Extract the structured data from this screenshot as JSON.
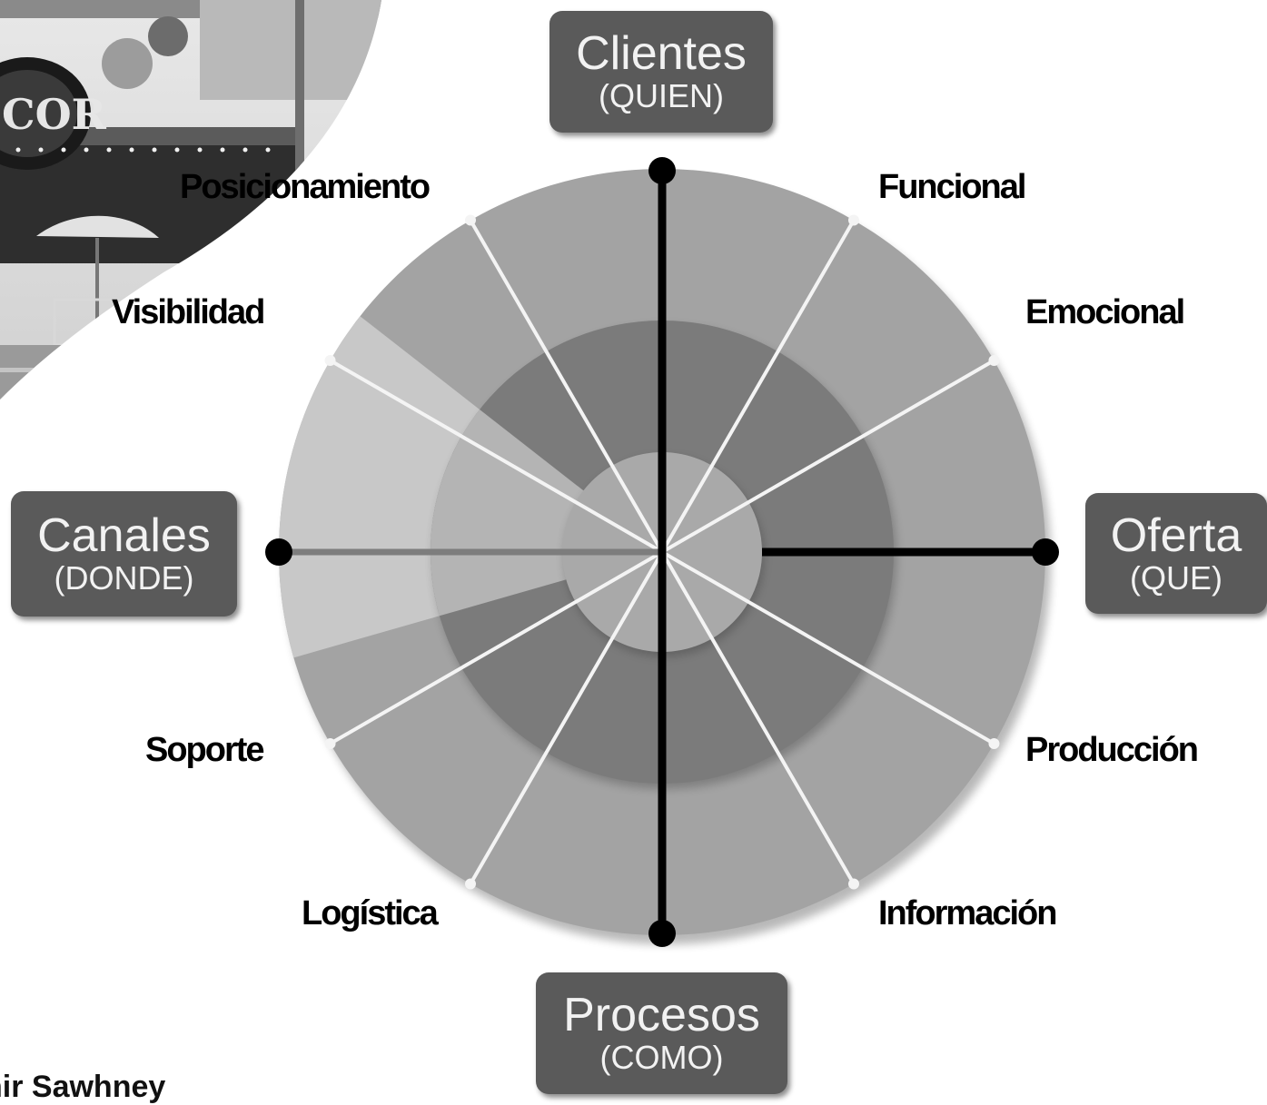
{
  "axes": {
    "clientes": {
      "title": "Clientes",
      "subtitle": "(QUIEN)"
    },
    "oferta": {
      "title": "Oferta",
      "subtitle": "(QUE)"
    },
    "procesos": {
      "title": "Procesos",
      "subtitle": "(COMO)"
    },
    "canales": {
      "title": "Canales",
      "subtitle": "(DONDE)"
    }
  },
  "dimensions": {
    "posicionamiento": "Posicionamiento",
    "funcional": "Funcional",
    "emocional": "Emocional",
    "visibilidad": "Visibilidad",
    "produccion": "Producción",
    "soporte": "Soporte",
    "logistica": "Logística",
    "informacion": "Información"
  },
  "photo_sign": "COR",
  "credit": "hir Sawhney",
  "colors": {
    "axis_box": "#5a5a5a",
    "outer_ring": "#a3a3a3",
    "middle_ring": "#7b7b7b",
    "center": "#a9a9a9",
    "canales_wedge_outer": "#c8c8c8",
    "canales_wedge_middle": "#b4b4b4"
  }
}
